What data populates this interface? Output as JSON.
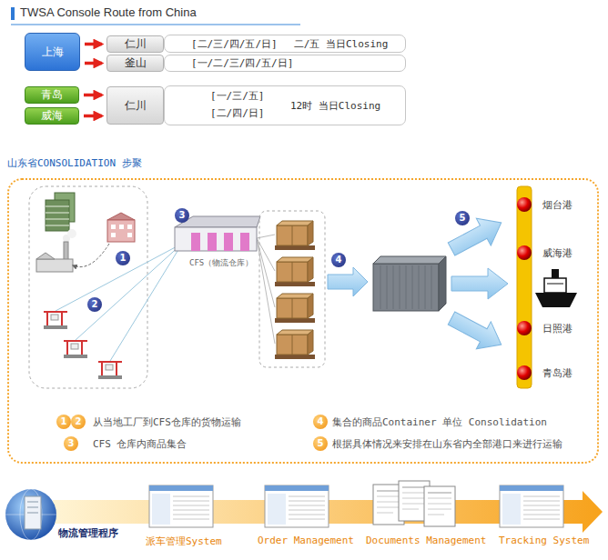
{
  "diagram": {
    "title": "TWSA Console Route from China",
    "nodes": [
      {
        "text": [
          "上海"
        ]
      },
      {
        "text": [
          "仁川"
        ]
      },
      {
        "text": [
          "釜山"
        ]
      },
      {
        "text": [
          "[二/三/四/五/日]",
          "二/五 当日Closing"
        ]
      },
      {
        "text": [
          "[一/二/三/四/五/日]"
        ]
      },
      {
        "text": [
          "青岛"
        ]
      },
      {
        "text": [
          "威海"
        ]
      },
      {
        "text": [
          "仁川"
        ]
      },
      {
        "text": [
          "[一/三/五] [二/四/日]",
          "12时 当日Closing"
        ]
      },
      {
        "text": [
          "山东省CONSOLIDATION 步聚"
        ]
      }
    ],
    "edges": [
      {
        "from": 0,
        "to": 1,
        "arrow": "to"
      },
      {
        "from": 0,
        "to": 2,
        "arrow": "to"
      },
      {
        "from": 5,
        "to": 7,
        "arrow": "to"
      },
      {
        "from": 6,
        "to": 7,
        "arrow": "to"
      }
    ],
    "labels": [
      "1",
      "2",
      "3",
      "CFS（物流仓库）",
      "4",
      "5",
      "烟台港",
      "威海港",
      "日照港",
      "青岛港",
      "1",
      "2",
      "从当地工厂到CFS仓库的货物运输",
      "4",
      "集合的商品Container 单位 Consolidation",
      "3",
      "CFS 仓库内商品集合",
      "5",
      "根据具体情况来安排在山东省内全部港口来进行运输",
      "物流管理程序",
      "派车管理System",
      "Order Management",
      "Documents Management",
      "Tracking System"
    ]
  }
}
